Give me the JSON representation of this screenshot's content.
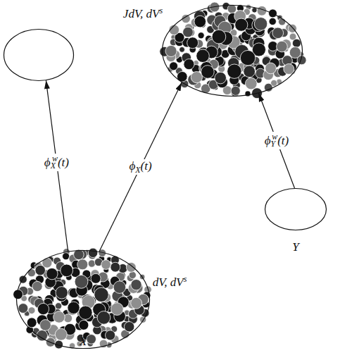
{
  "diagram": {
    "nodes": [
      {
        "text": []
      },
      {
        "text": [
          "JdV, dVs"
        ]
      },
      {
        "text": [
          "Y"
        ]
      },
      {
        "text": [
          "dV, dVs",
          "X"
        ]
      }
    ],
    "edges": [
      {
        "from": 3,
        "to": 0,
        "arrow": "to",
        "label": "ϕXw(t)"
      },
      {
        "from": 3,
        "to": 1,
        "arrow": "to",
        "label": "ϕX(t)"
      },
      {
        "from": 2,
        "to": 1,
        "arrow": "to",
        "label": "ϕYw(t)"
      }
    ]
  }
}
